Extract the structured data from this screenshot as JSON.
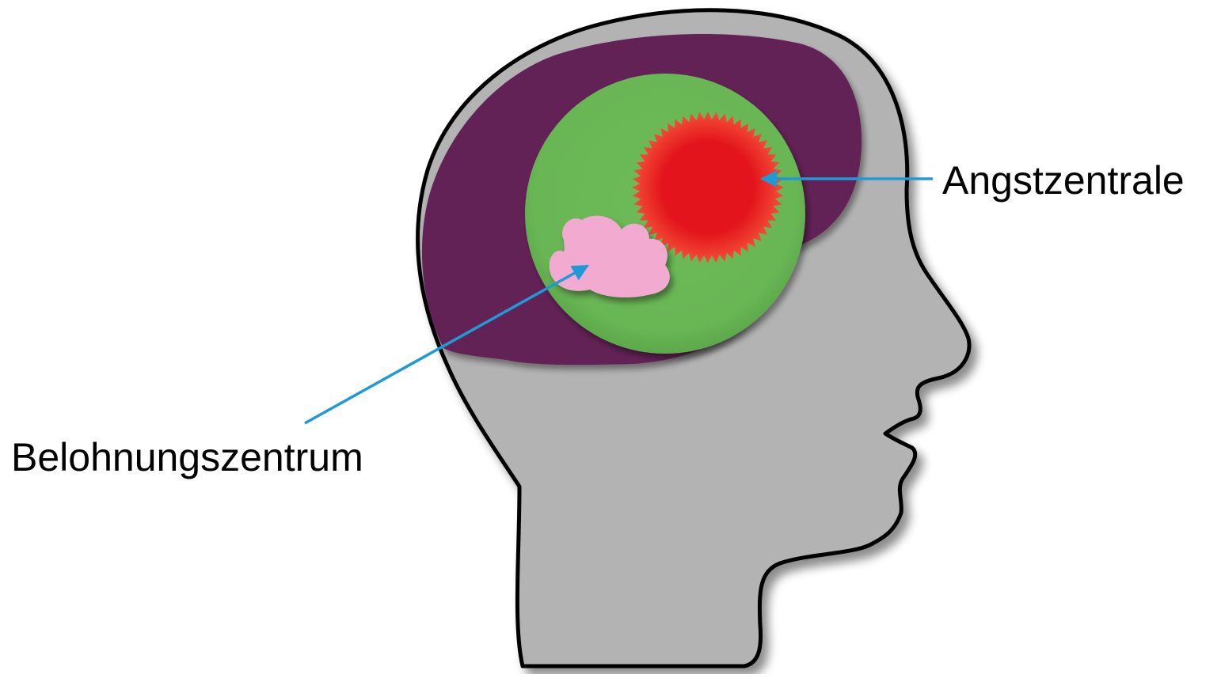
{
  "labels": {
    "angstzentrale": "Angstzentrale",
    "belohnungszentrum": "Belohnungszentrum"
  },
  "colors": {
    "head_fill": "#b3b3b3",
    "head_outline": "#000000",
    "brain_outer": "#632157",
    "brain_inner": "#6ab756",
    "fear_center": "#e3141b",
    "reward_center": "#f2aad1",
    "arrow": "#1f9ad6",
    "label_text": "#000000"
  },
  "icons": {
    "fear_center": "spiky-circle",
    "reward_center": "cloud",
    "pointer": "arrow"
  }
}
